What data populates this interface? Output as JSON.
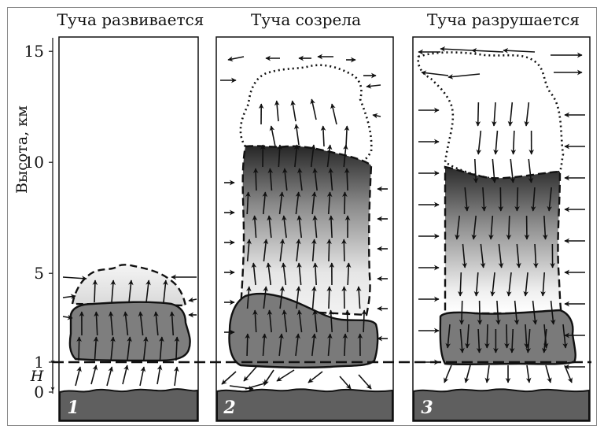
{
  "y_axis": {
    "label": "Высота, км",
    "ticks": [
      {
        "label": "15",
        "km": 15
      },
      {
        "label": "10",
        "km": 10
      },
      {
        "label": "5",
        "km": 5
      },
      {
        "label": "1",
        "km": 1
      },
      {
        "label": "0",
        "km": 0
      }
    ],
    "h_label": "H"
  },
  "panels": [
    {
      "title": "Туча развивается",
      "number": "1"
    },
    {
      "title": "Туча созрела",
      "number": "2"
    },
    {
      "title": "Туча разрушается",
      "number": "3"
    }
  ],
  "colors": {
    "ground": "#5f5f5f",
    "cloud_dark": "#2b2b2b",
    "cloud_mid": "#7a7a7a",
    "cloud_light": "#e8e8e8",
    "arrow": "#111111",
    "frame": "#8a8a8a"
  }
}
